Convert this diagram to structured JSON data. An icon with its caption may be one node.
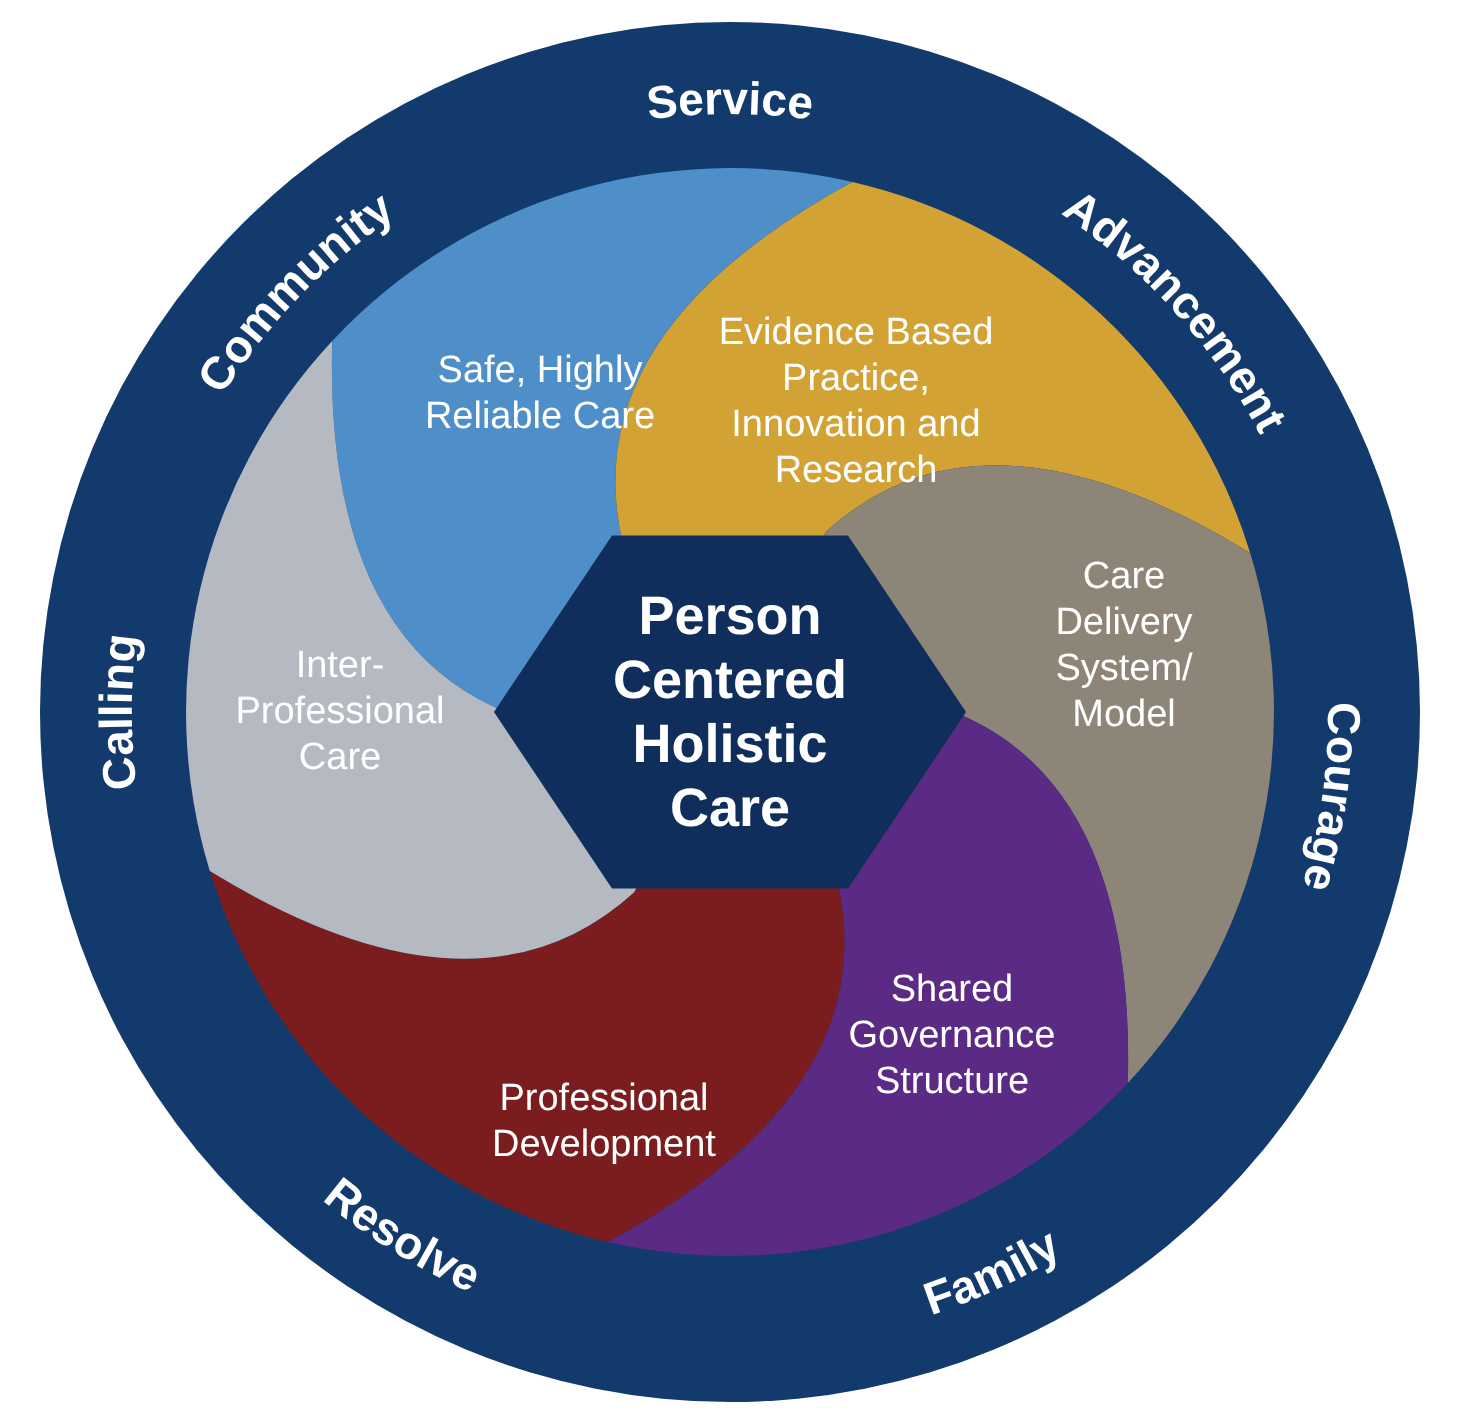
{
  "diagram": {
    "nodes": [
      {
        "text": [
          "Service",
          "Advancement",
          "Courage",
          "Family",
          "Resolve",
          "Calling",
          "Community"
        ]
      },
      {
        "text": [
          "Safe, Highly Reliable Care"
        ],
        "in": 0
      },
      {
        "text": [
          "Evidence Based Practice, Innovation and Research"
        ],
        "in": 0
      },
      {
        "text": [
          "Care Delivery System/ Model"
        ],
        "in": 0
      },
      {
        "text": [
          "Shared Governance Structure"
        ],
        "in": 0
      },
      {
        "text": [
          "Professional Development"
        ],
        "in": 0
      },
      {
        "text": [
          "Inter-Professional Care"
        ],
        "in": 0
      },
      {
        "text": [
          "Person Centered Holistic Care"
        ],
        "in": 0
      }
    ]
  }
}
